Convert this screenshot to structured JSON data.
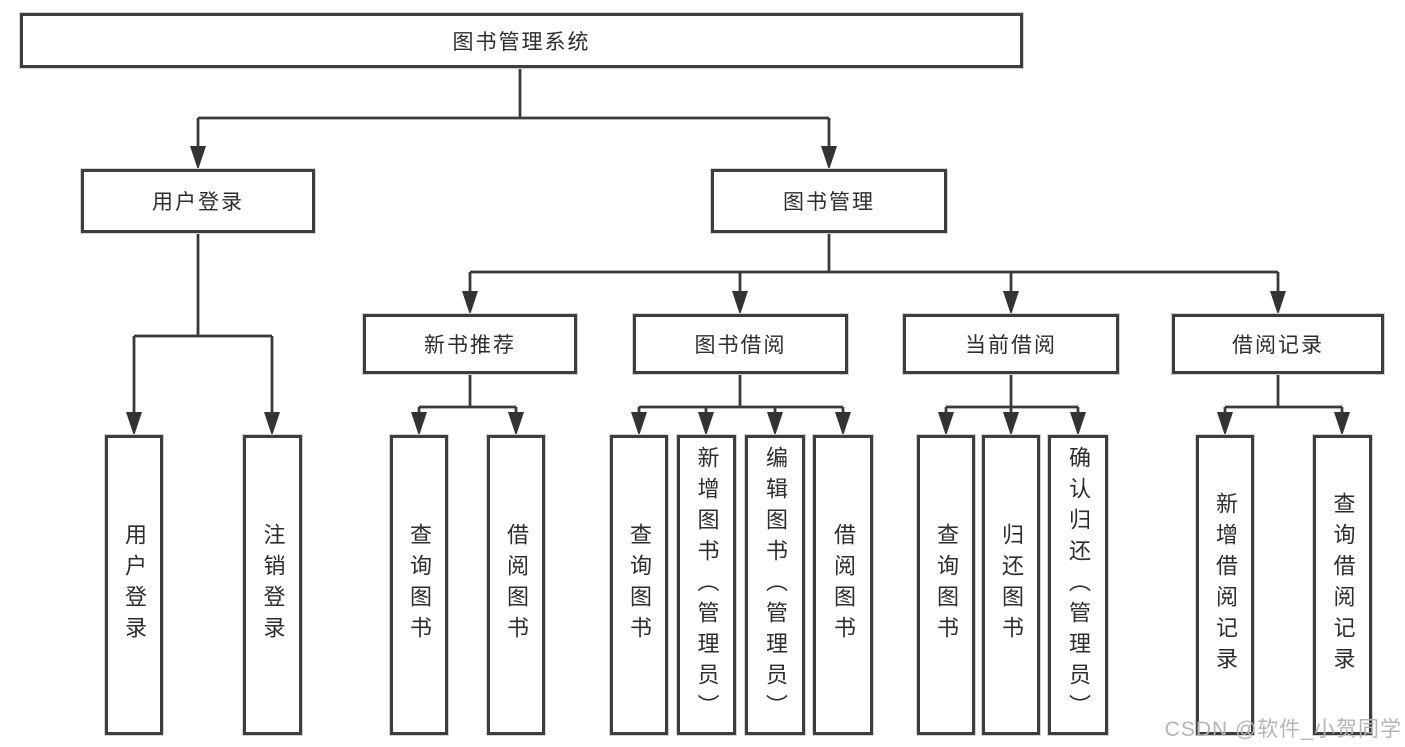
{
  "diagram": {
    "root": {
      "label": "图书管理系统",
      "children": [
        {
          "label": "用户登录",
          "children": [
            {
              "label": "用户登录"
            },
            {
              "label": "注销登录"
            }
          ]
        },
        {
          "label": "图书管理",
          "children": [
            {
              "label": "新书推荐",
              "children": [
                {
                  "label": "查询图书"
                },
                {
                  "label": "借阅图书"
                }
              ]
            },
            {
              "label": "图书借阅",
              "children": [
                {
                  "label": "查询图书"
                },
                {
                  "label": "新增图书（管理员）"
                },
                {
                  "label": "编辑图书（管理员）"
                },
                {
                  "label": "借阅图书"
                }
              ]
            },
            {
              "label": "当前借阅",
              "children": [
                {
                  "label": "查询图书"
                },
                {
                  "label": "归还图书"
                },
                {
                  "label": "确认归还（管理员）"
                }
              ]
            },
            {
              "label": "借阅记录",
              "children": [
                {
                  "label": "新增借阅记录"
                },
                {
                  "label": "查询借阅记录"
                }
              ]
            }
          ]
        }
      ]
    }
  },
  "watermark": {
    "text": "CSDN @软件_小贺同学"
  },
  "colors": {
    "line": "#3a3a3a",
    "text": "#2d2d2d",
    "watermark": "#b5b5b5",
    "background": "#ffffff"
  }
}
